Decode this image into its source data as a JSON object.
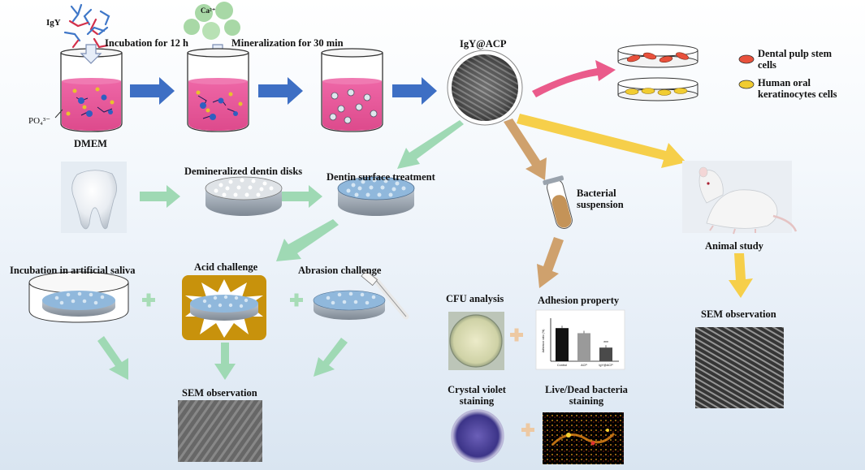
{
  "labels": {
    "igy": "IgY",
    "ca": "Ca²⁺",
    "po4": "PO₄³⁻",
    "incubation_12h": "Incubation for 12 h",
    "mineralization": "Mineralization  for 30 min",
    "dmem": "DMEM",
    "igy_acp": "IgY@ACP",
    "dental_pulp": "Dental pulp stem cells",
    "human_oral": "Human oral keratinocytes cells",
    "demineralized_disks": "Demineralized dentin disks",
    "dentin_surface": "Dentin surface treatment",
    "bacterial_suspension": "Bacterial suspension",
    "animal_study": "Animal study",
    "incubation_saliva": "Incubation in artificial saliva",
    "acid_challenge": "Acid challenge",
    "abrasion_challenge": "Abrasion challenge",
    "sem_left": "SEM observation",
    "sem_right": "SEM observation",
    "cfu_analysis": "CFU analysis",
    "adhesion_property": "Adhesion property",
    "crystal_violet": "Crystal violet staining",
    "live_dead": "Live/Dead bacteria staining"
  },
  "chart_data": {
    "type": "bar",
    "categories": [
      "Control",
      "ACP",
      "IgY@ACP"
    ],
    "values": [
      85,
      72,
      35
    ],
    "ylabel": "Adhesion ratio (%)",
    "ylim": [
      0,
      100
    ],
    "annotations": [
      "***"
    ],
    "colors": [
      "#111111",
      "#9a9a9a",
      "#4a4a4a"
    ]
  },
  "colors": {
    "blue_arrow": "#3e6fc4",
    "green_arrow": "#9fd9b4",
    "pink_arrow": "#ea5b8b",
    "yellow_arrow": "#f6cf4a",
    "tan_arrow": "#cfa16d",
    "medium": "#e64d93",
    "acid_box": "#c8920c",
    "disk": "#90b8dc"
  },
  "icons": [
    "igy-antibody-icon",
    "calcium-ion-icon",
    "beaker-icon",
    "tooth-icon",
    "rat-icon",
    "petri-dish-icon",
    "test-tube-icon",
    "toothbrush-icon",
    "plus-icon"
  ]
}
